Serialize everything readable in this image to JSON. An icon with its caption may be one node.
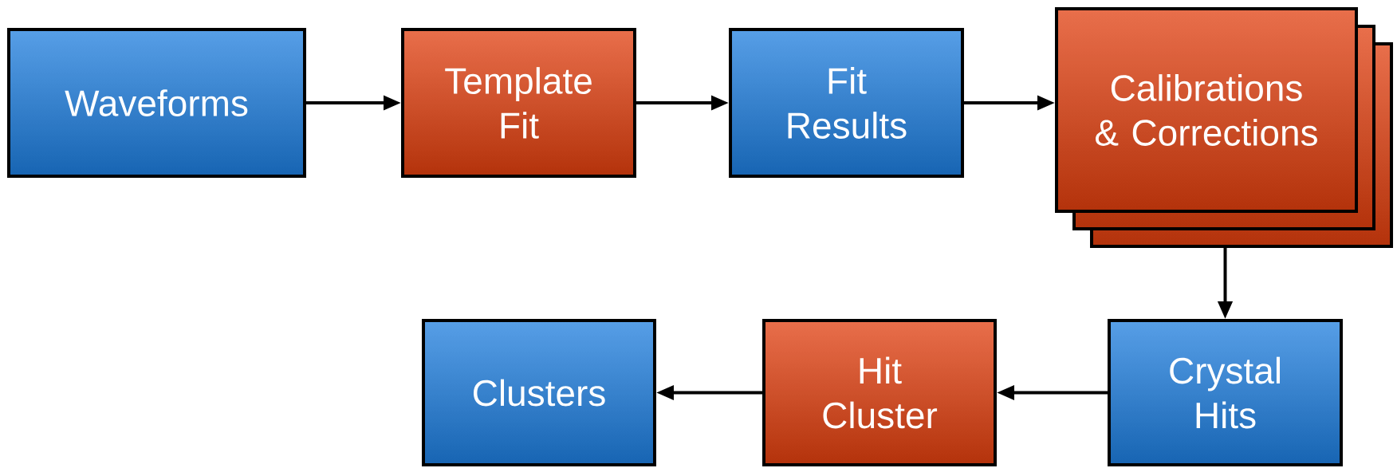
{
  "diagram": {
    "nodes": [
      {
        "text": [
          "Waveforms"
        ]
      },
      {
        "text": [
          "Template Fit"
        ]
      },
      {
        "text": [
          "Fit Results"
        ]
      },
      {
        "text": [
          "Calibrations & Corrections"
        ]
      },
      {
        "text": [
          "Crystal Hits"
        ]
      },
      {
        "text": [
          "Hit Cluster"
        ]
      },
      {
        "text": [
          "Clusters"
        ]
      }
    ],
    "edges": [
      {
        "from": 0,
        "to": 1,
        "arrow": "to"
      },
      {
        "from": 1,
        "to": 2,
        "arrow": "to"
      },
      {
        "from": 2,
        "to": 3,
        "arrow": "to"
      },
      {
        "from": 3,
        "to": 4,
        "arrow": "to"
      },
      {
        "from": 4,
        "to": 5,
        "arrow": "to"
      },
      {
        "from": 5,
        "to": 6,
        "arrow": "to"
      }
    ]
  }
}
